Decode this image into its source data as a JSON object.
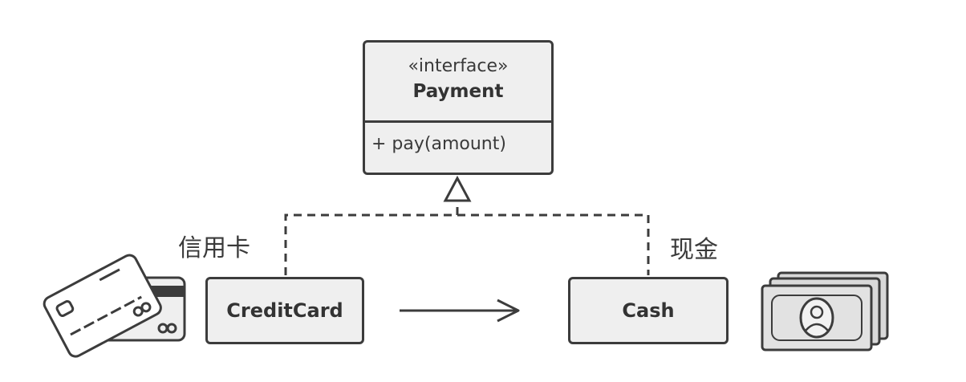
{
  "interface": {
    "stereotype": "«interface»",
    "name": "Payment",
    "method": "+ pay(amount)"
  },
  "classes": {
    "credit_card": "CreditCard",
    "cash": "Cash"
  },
  "labels": {
    "credit_card_cn": "信用卡",
    "cash_cn": "现金"
  },
  "icons": [
    "credit-card-icon",
    "cash-stack-icon"
  ],
  "colors": {
    "stroke": "#3c3c3c",
    "box_fill": "#efefef",
    "money_fill": "#d9d9d9"
  }
}
